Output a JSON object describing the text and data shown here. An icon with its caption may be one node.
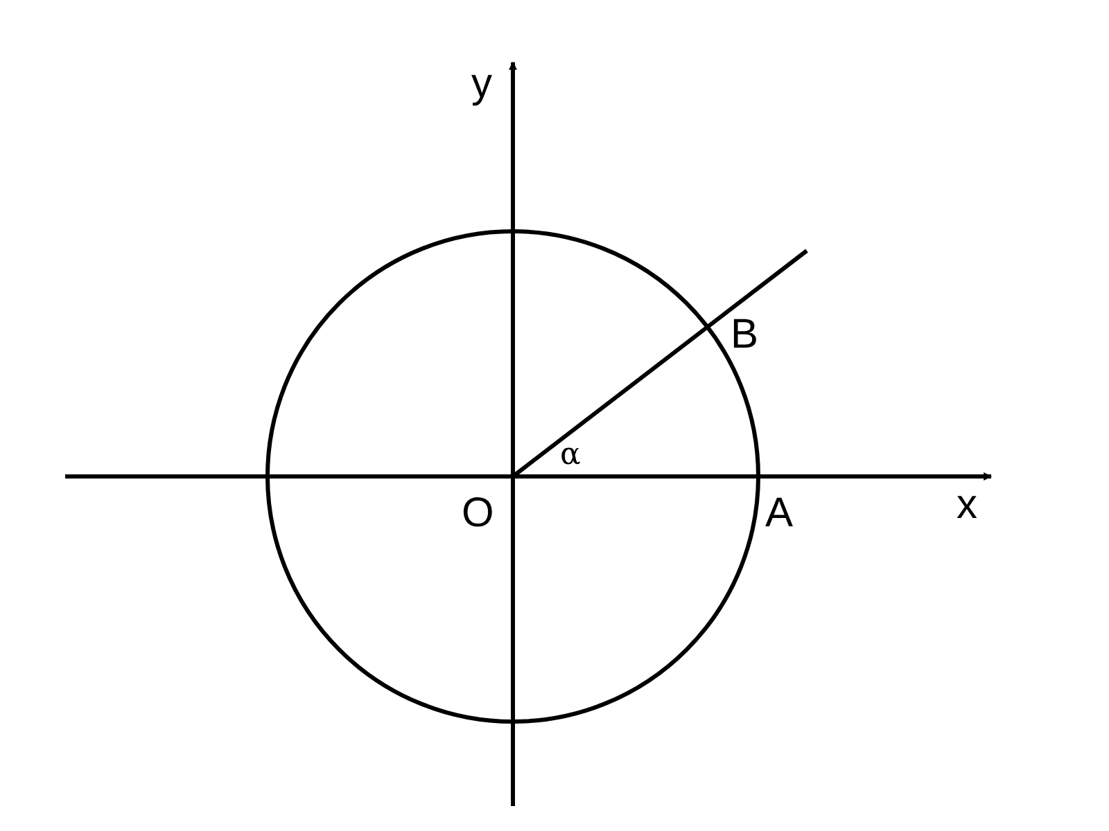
{
  "diagram": {
    "labels": [
      "y",
      "B",
      "α",
      "O",
      "A",
      "x"
    ]
  }
}
